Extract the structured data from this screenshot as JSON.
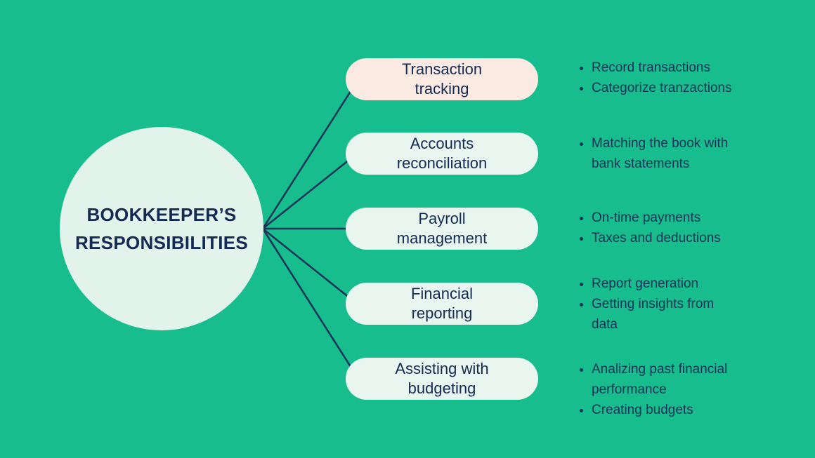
{
  "central": {
    "title": "BOOKKEEPER’S\nRESPONSIBILITIES"
  },
  "branches": [
    {
      "id": "transaction-tracking",
      "label": "Transaction\ntracking",
      "node_color": "#FBEAE2",
      "bullets": [
        "Record transactions",
        "Categorize tranzactions"
      ]
    },
    {
      "id": "accounts-reconciliation",
      "label": "Accounts\nreconciliation",
      "node_color": "#E8F6EF",
      "bullets": [
        "Matching the book with\nbank statements"
      ]
    },
    {
      "id": "payroll-management",
      "label": "Payroll\nmanagement",
      "node_color": "#E8F6EF",
      "bullets": [
        "On-time payments",
        "Taxes and deductions"
      ]
    },
    {
      "id": "financial-reporting",
      "label": "Financial\nreporting",
      "node_color": "#E8F6EF",
      "bullets": [
        "Report generation",
        "Getting insights from\ndata"
      ]
    },
    {
      "id": "assisting-with-budgeting",
      "label": "Assisting with\nbudgeting",
      "node_color": "#E8F6EF",
      "bullets": [
        "Analizing past financial\nperformance",
        "Creating budgets"
      ]
    }
  ],
  "colors": {
    "background": "#17BD8D",
    "central_circle": "#E2F3EB",
    "node_default": "#E8F6EF",
    "node_highlight": "#FBEAE2",
    "text_navy": "#132A52",
    "connector": "#1A3258"
  }
}
